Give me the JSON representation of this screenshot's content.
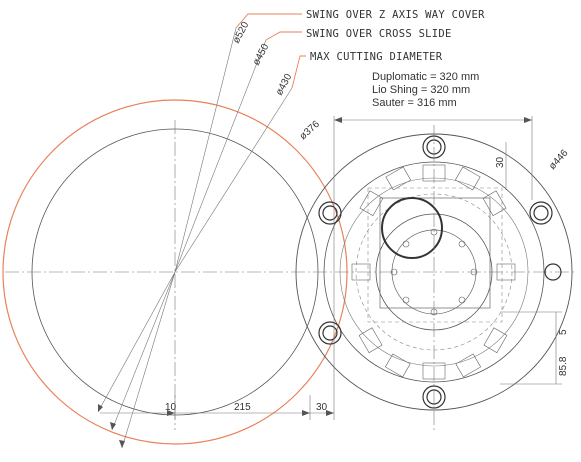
{
  "labels": {
    "swing_z": "SWING OVER Z AXIS WAY COVER",
    "swing_cross": "SWING OVER CROSS SLIDE",
    "max_cut": "MAX CUTTING DIAMETER"
  },
  "notes": {
    "duplomatic": "Duplomatic = 320 mm",
    "lio_shing": "Lio Shing = 320 mm",
    "sauter": "Sauter = 316 mm"
  },
  "dimensions": {
    "d520": "ø520",
    "d450": "ø450",
    "d430": "ø430",
    "d376": "ø376",
    "d446": "ø446",
    "v30": "30",
    "v5": "5",
    "v858": "85.8",
    "h10": "10",
    "h215": "215",
    "h30": "30"
  },
  "colors": {
    "swing_circle": "#e8825a",
    "lines": "#555555",
    "text": "#333333"
  }
}
